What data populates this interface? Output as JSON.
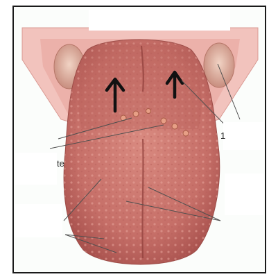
{
  "diagram": {
    "type": "anatomy-label-diagram",
    "subject_icon": "tongue-illustration",
    "visible_label_fragments": [
      "te",
      "1"
    ],
    "colors": {
      "frame": "#1a1a1a",
      "background": "#fbfdfb",
      "tongue": "#c9736c",
      "tongue_dark": "#a4524d",
      "mouth": "#efb4ae",
      "tonsil": "#d89a8c",
      "pointer": "#4a4a4a",
      "arrow": "#111111"
    }
  }
}
